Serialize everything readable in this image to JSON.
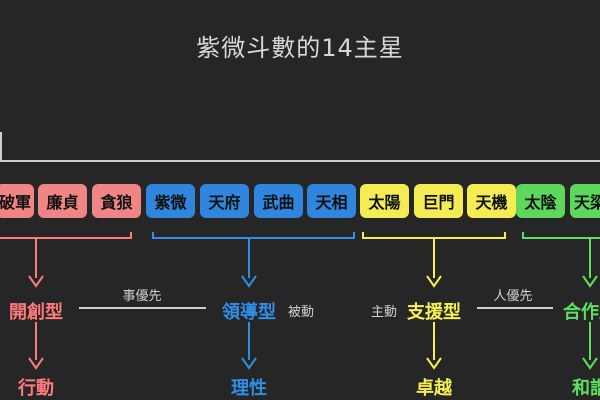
{
  "title": "紫微斗數的14主星",
  "colors": {
    "red": "#ff7b7b",
    "red_box": "#f08585",
    "blue": "#2f8fe6",
    "blue_box": "#2f86dc",
    "yellow": "#f7ef52",
    "yellow_box": "#f4ec52",
    "green": "#5ee05e",
    "green_box": "#5dd85d",
    "line": "#cfcfcf"
  },
  "groups": [
    {
      "key": "red",
      "stars": [
        "破軍",
        "廉貞",
        "貪狼"
      ],
      "type_label": "開創型",
      "outcome": "行動"
    },
    {
      "key": "blue",
      "stars": [
        "紫微",
        "天府",
        "武曲",
        "天相"
      ],
      "type_label": "領導型",
      "outcome": "理性"
    },
    {
      "key": "yellow",
      "stars": [
        "太陽",
        "巨門",
        "天機"
      ],
      "type_label": "支援型",
      "outcome": "卓越"
    },
    {
      "key": "green",
      "stars": [
        "太陰",
        "天梁"
      ],
      "type_label": "合作型",
      "outcome": "和諧"
    }
  ],
  "connectors": {
    "left_middle": "事優先",
    "right_middle": "人優先",
    "blue_side": "被動",
    "yellow_side": "主動"
  }
}
